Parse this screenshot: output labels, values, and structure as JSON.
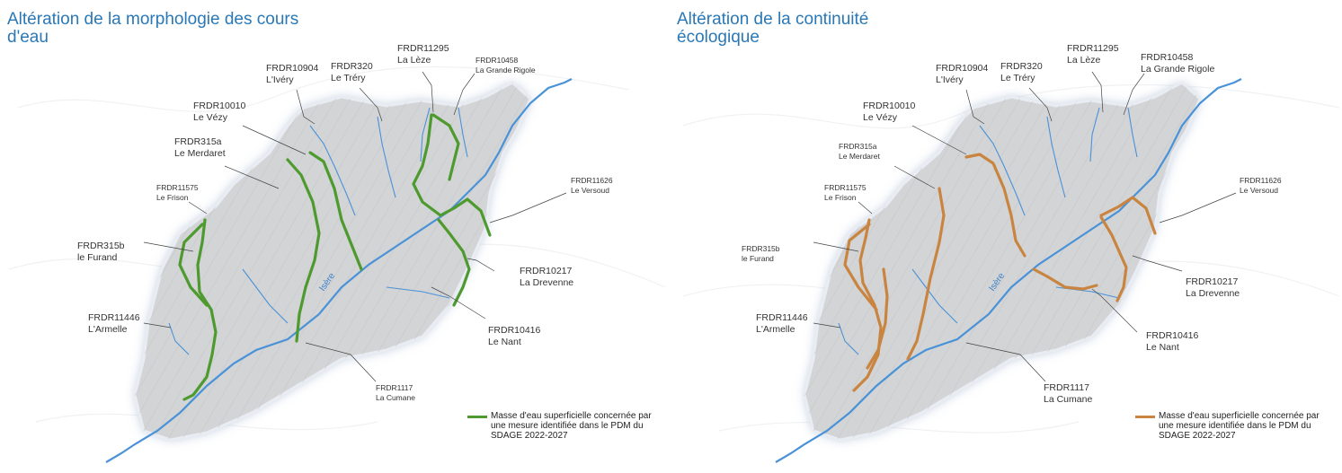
{
  "colors": {
    "title": "#2a78b6",
    "river": "#4a92d8",
    "basin_fill": "#d2d4d6",
    "basin_glow": "#b9c7db",
    "morphology_line": "#4e9a2f",
    "continuity_line": "#c98540",
    "label_text": "#333333",
    "leader_line": "#444444"
  },
  "panels": [
    {
      "id": "morphology",
      "title": "Altération de la morphologie des cours d'eau",
      "highlight_color": "#4e9a2f",
      "legend_text": "Masse d'eau superficielle concernée par une mesure identifiée dans le PDM du SDAGE 2022-2027",
      "river_label": "Isère"
    },
    {
      "id": "continuity",
      "title": "Altération de la continuité écologique",
      "highlight_color": "#c98540",
      "legend_text": "Masse d'eau superficielle concernée par une mesure identifiée dans le PDM du SDAGE 2022-2027",
      "river_label": "Isère"
    }
  ],
  "water_bodies": {
    "lc1": {
      "code": "FRDR10904",
      "name": "L'Ivéry"
    },
    "lc2": {
      "code": "FRDR320",
      "name": "Le Tréry"
    },
    "lc3": {
      "code": "FRDR11295",
      "name": "La Lèze"
    },
    "lc4": {
      "code": "FRDR10458",
      "name": "La Grande Rigole"
    },
    "lc5": {
      "code": "FRDR10010",
      "name": "Le Vézy"
    },
    "lc6": {
      "code": "FRDR315a",
      "name": "Le Merdaret"
    },
    "lc7": {
      "code": "FRDR11626",
      "name": "Le Versoud"
    },
    "lc8": {
      "code": "FRDR11575",
      "name": "Le Frison"
    },
    "lc9": {
      "code": "FRDR315b",
      "name": "le Furand"
    },
    "lc10": {
      "code": "FRDR10217",
      "name": "La Drevenne"
    },
    "lc11": {
      "code": "FRDR11446",
      "name": "L'Armelle"
    },
    "lc12": {
      "code": "FRDR10416",
      "name": "Le Nant"
    },
    "lc13": {
      "code": "FRDR1117",
      "name": "La Cumane"
    }
  }
}
